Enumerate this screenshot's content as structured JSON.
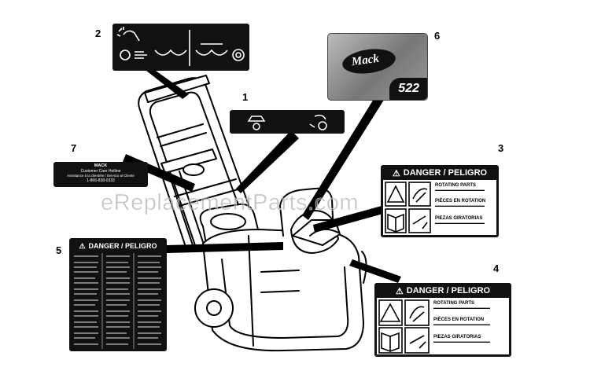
{
  "callouts": [
    "1",
    "2",
    "3",
    "4",
    "5",
    "6",
    "7"
  ],
  "label7": {
    "line1": "MACK",
    "line2": "Customer Care Hotline",
    "line3": "Assistance à la clientèle / Servicio al Cliente",
    "line4": "1-866-838-0333"
  },
  "label6": {
    "brand": "Mack",
    "model": "522"
  },
  "label3": {
    "header": "DANGER / PELIGRO",
    "sections": [
      "ROTATING PARTS",
      "PIÈCES EN ROTATION",
      "PIEZAS GIRATORIAS"
    ]
  },
  "label4": {
    "header": "DANGER / PELIGRO",
    "sections": [
      "ROTATING PARTS",
      "PIÈCES EN ROTATION",
      "PIEZAS GIRATORIAS"
    ]
  },
  "label5": {
    "header": "DANGER / PELIGRO"
  },
  "watermark": "eReplacementParts.com",
  "icons": {
    "warning": "warning-triangle-icon",
    "manual": "operator-manual-icon",
    "hand": "rotating-hand-icon",
    "key": "remove-key-icon"
  }
}
